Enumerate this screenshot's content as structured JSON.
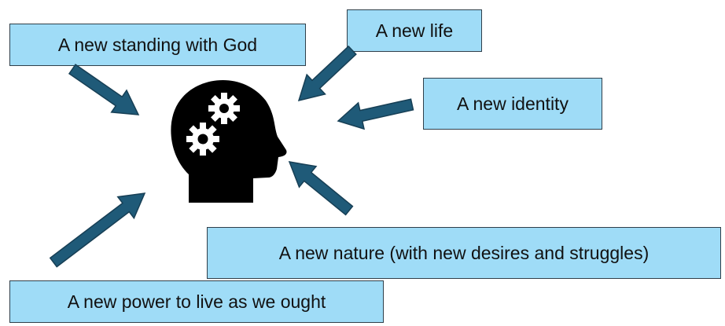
{
  "labels": {
    "standing": "A new standing with God",
    "life": "A new life",
    "identity": "A new identity",
    "nature": "A new nature (with new desires and struggles)",
    "power": "A new power to live as we ought"
  },
  "colors": {
    "box_fill": "#9fdcf7",
    "box_border": "#2f3f4a",
    "arrow_fill": "#1f5a78",
    "arrow_stroke": "#173f55",
    "head": "#000000"
  },
  "icons": {
    "center": "head-with-gears-icon"
  }
}
